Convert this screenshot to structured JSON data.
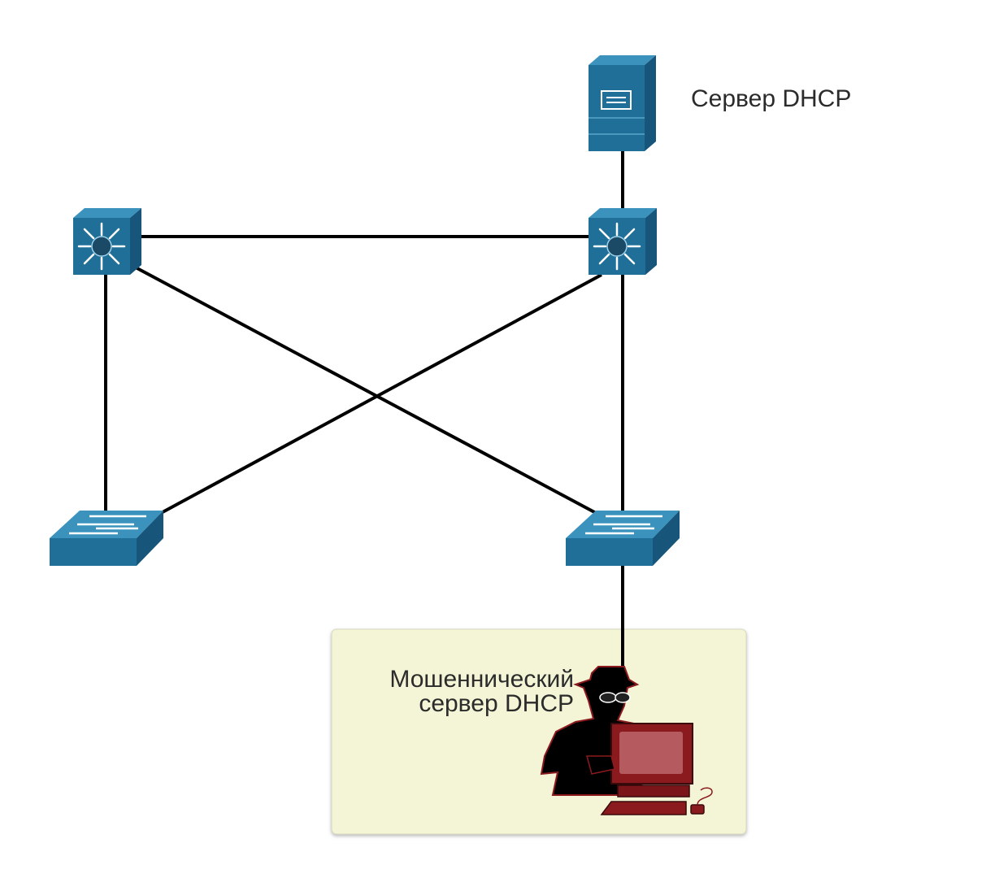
{
  "labels": {
    "dhcp_server": "Сервер DHCP",
    "rogue_line1": "Мошеннический",
    "rogue_line2": "сервер DHCP"
  },
  "colors": {
    "device_blue": "#1f6f99",
    "device_top": "#3b93bd",
    "device_side": "#17557a",
    "rogue_area": "#f4f4d6",
    "rogue_pc": "#8b1a1f",
    "link": "#000000"
  },
  "nodes": [
    {
      "name": "dhcp-server",
      "icon": "server-icon"
    },
    {
      "name": "multilayer-switch-left",
      "icon": "multilayer-switch-icon"
    },
    {
      "name": "multilayer-switch-right",
      "icon": "multilayer-switch-icon"
    },
    {
      "name": "access-switch-left",
      "icon": "switch-icon"
    },
    {
      "name": "access-switch-right",
      "icon": "switch-icon"
    },
    {
      "name": "rogue-dhcp-server",
      "icon": "hacker-pc-icon"
    }
  ]
}
